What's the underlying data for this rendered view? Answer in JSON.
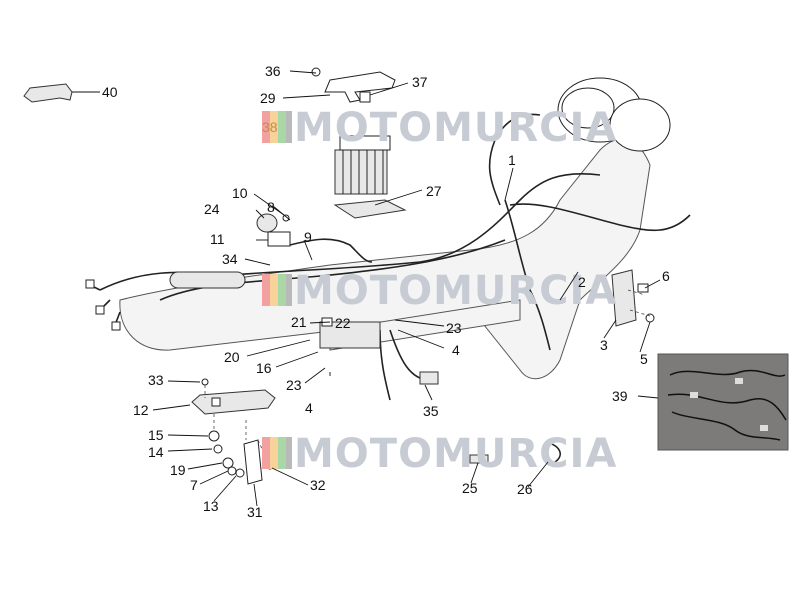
{
  "watermark": {
    "text": "MOTOMURCIA",
    "colors": [
      "#f2a0a0",
      "#f7d39a",
      "#a9d8a6",
      "#b9b9b9"
    ]
  },
  "callouts": [
    "40",
    "36",
    "29",
    "37",
    "38",
    "1",
    "27",
    "10",
    "24",
    "8",
    "11",
    "9",
    "34",
    "2",
    "6",
    "3",
    "5",
    "21",
    "22",
    "23",
    "20",
    "16",
    "4",
    "33",
    "12",
    "39",
    "35",
    "15",
    "14",
    "19",
    "7",
    "13",
    "31",
    "32",
    "25",
    "26"
  ],
  "photo": {
    "label": "39"
  }
}
